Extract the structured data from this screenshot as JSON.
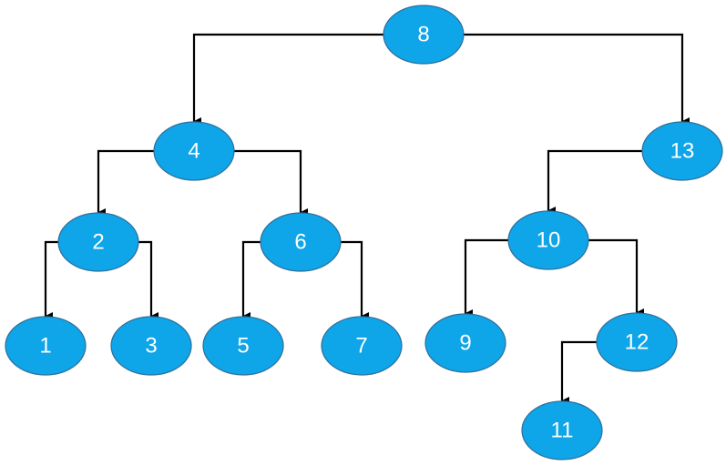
{
  "colors": {
    "node_fill": "#0ea5e9",
    "node_stroke": "#2f6f9a",
    "edge": "#000000",
    "label": "#ffffff"
  },
  "nodes": [
    {
      "id": "8",
      "label": "8"
    },
    {
      "id": "4",
      "label": "4"
    },
    {
      "id": "13",
      "label": "13"
    },
    {
      "id": "2",
      "label": "2"
    },
    {
      "id": "6",
      "label": "6"
    },
    {
      "id": "10",
      "label": "10"
    },
    {
      "id": "1",
      "label": "1"
    },
    {
      "id": "3",
      "label": "3"
    },
    {
      "id": "5",
      "label": "5"
    },
    {
      "id": "7",
      "label": "7"
    },
    {
      "id": "9",
      "label": "9"
    },
    {
      "id": "12",
      "label": "12"
    },
    {
      "id": "11",
      "label": "11"
    }
  ],
  "edges": [
    {
      "from": "8",
      "to": "4"
    },
    {
      "from": "8",
      "to": "13"
    },
    {
      "from": "4",
      "to": "2"
    },
    {
      "from": "4",
      "to": "6"
    },
    {
      "from": "13",
      "to": "10"
    },
    {
      "from": "2",
      "to": "1"
    },
    {
      "from": "2",
      "to": "3"
    },
    {
      "from": "6",
      "to": "5"
    },
    {
      "from": "6",
      "to": "7"
    },
    {
      "from": "10",
      "to": "9"
    },
    {
      "from": "10",
      "to": "12"
    },
    {
      "from": "12",
      "to": "11"
    }
  ]
}
